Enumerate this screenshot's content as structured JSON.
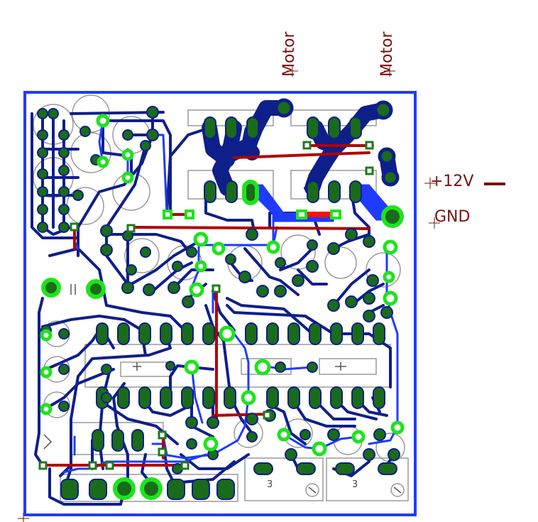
{
  "labels": {
    "motor_left": "Motor",
    "motor_right": "Motor",
    "power": "+12V",
    "ground": "GND",
    "connector_left": "3",
    "connector_right": "3"
  },
  "colors": {
    "background": "#ffffff",
    "board_outline": "#1f3bff",
    "bottom_copper": "#0f1f8a",
    "top_copper": "#1f3bff",
    "via_ring": "#1ee31e",
    "pad_green": "#1a6b1a",
    "wire_red": "#b30000",
    "silkscreen": "#9a9a9a",
    "label_text": "#7a1010"
  }
}
